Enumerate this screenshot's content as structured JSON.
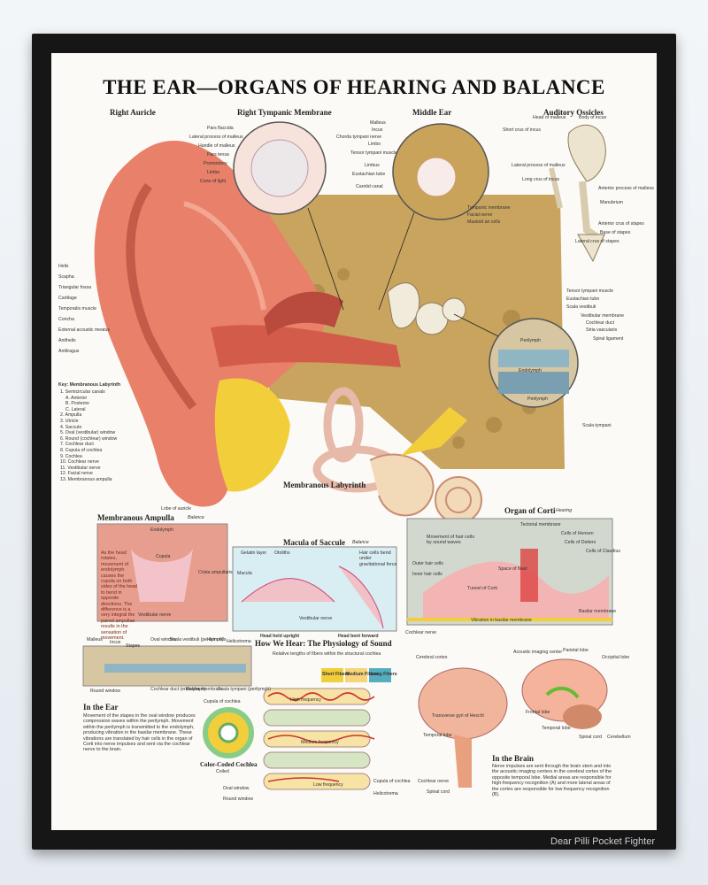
{
  "poster": {
    "title": "THE EAR—ORGANS OF HEARING AND BALANCE",
    "watermark": "Dear Pilli Pocket Fighter",
    "colors": {
      "frame": "#161616",
      "skin": "#e8806a",
      "bone": "#caa35a",
      "cochlea": "#f2d9b8",
      "nerve": "#f2cf3a"
    }
  },
  "headings": {
    "right_auricle": "Right Auricle",
    "tympanic": "Right Tympanic Membrane",
    "middle_ear": "Middle Ear",
    "ossicles": "Auditory Ossicles",
    "membranous_labyrinth": "Membranous Labyrinth",
    "membranous_ampulla": "Membranous Ampulla",
    "macula_saccule": "Macula of Saccule",
    "organ_corti": "Organ of Corti",
    "how_we_hear": "How We Hear: The Physiology of Sound",
    "in_the_ear": "In the Ear",
    "in_the_brain": "In the Brain",
    "color_coded_cochlea": "Color-Coded Cochlea"
  },
  "auricle_labels": [
    "Helix",
    "Scapha",
    "Triangular fossa",
    "Cartilage",
    "Temporalis muscle",
    "Concha",
    "External acoustic meatus",
    "Antihelix",
    "Antitragus",
    "Lobe of auricle"
  ],
  "tympanic_labels": [
    "Pars flaccida",
    "Lateral process of malleus",
    "Handle of malleus",
    "Pars tensa",
    "Promontory",
    "Limbo",
    "Cone of light"
  ],
  "middle_ear_labels": [
    "Malleus",
    "Incus",
    "Chorda tympani nerve",
    "Limbo",
    "Tensor tympani muscle",
    "Limbus",
    "Eustachian tube",
    "Carotid canal",
    "Tympanic membrane",
    "Facial nerve",
    "Mastoid air cells"
  ],
  "ossicle_labels": [
    "Body of incus",
    "Short crus of incus",
    "Head of malleus",
    "Lateral process of malleus",
    "Long crus of incus",
    "Anterior process of malleus",
    "Manubrium",
    "Anterior crus of stapes",
    "Base of stapes",
    "Lateral crus of stapes"
  ],
  "right_labels": [
    "Tensor tympani muscle",
    "Eustachian tube",
    "Scala vestibuli",
    "Vestibular membrane",
    "Cochlear duct",
    "Stria vascularis",
    "Spiral ligament",
    "Scala tympani"
  ],
  "cochlea_inset": {
    "perilymph_top": "Perilymph",
    "endolymph": "Endolymph",
    "perilymph_bottom": "Perilymph"
  },
  "key": {
    "title": "Key: Membranous Labyrinth",
    "items": [
      "1. Semicircular canals",
      "A. Anterior",
      "B. Posterior",
      "C. Lateral",
      "2. Ampulla",
      "3. Utricle",
      "4. Saccule",
      "5. Oval (vestibular) window",
      "6. Round (cochlear) window",
      "7. Cochlear duct",
      "8. Cupula of cochlea",
      "9. Cochlea",
      "10. Cochlear nerve",
      "11. Vestibular nerve",
      "12. Facial nerve",
      "13. Membranous ampulla"
    ]
  },
  "ampulla": {
    "tag": "Balance",
    "endolymph": "Endolymph",
    "cupula": "Cupula",
    "crista": "Crista ampullaris",
    "nerve": "Vestibular nerve",
    "text": "As the head rotates, movement of endolymph causes the cupula on both sides of the head to bend in opposite directions. The difference is a very integral the paired ampullae results in the sensation of movement."
  },
  "saccule": {
    "tag": "Balance",
    "labels": [
      "Gelatin layer",
      "Otoliths",
      "Macula",
      "Hair cells bend under gravitational force",
      "Vestibular nerve"
    ],
    "upright": "Head held upright",
    "forward": "Head bent forward"
  },
  "corti": {
    "tag": "Hearing",
    "labels": [
      "Tectorial membrane",
      "Cells of Hensen",
      "Cells of Deiters",
      "Cells of Claudius",
      "Movement of hair cells by sound waves",
      "Outer hair cells",
      "Inner hair cells",
      "Tunnel of Corti",
      "Space of Nuel",
      "Basilar membrane",
      "Vibration in basilar membrane",
      "Cochlear nerve"
    ]
  },
  "ear_strip": {
    "labels": [
      "Malleus",
      "Incus",
      "Stapes",
      "Oval window",
      "Scala vestibuli (perilymph)",
      "Hair cells",
      "Helicotrema",
      "Round window",
      "Cochlear duct (endolymph)",
      "Basilar membrane",
      "Scala tympani (perilymph)"
    ],
    "text": "Movement of the stapes in the oval window produces compression waves within the perilymph. Movement within the perilymph is transmitted to the endolymph, producing vibration in the basilar membrane. These vibrations are translated by hair cells in the organ of Corti into nerve impulses and sent via the cochlear nerve to the brain."
  },
  "cochlea_small": {
    "labels": [
      "Cupula of cochlea",
      "Oval window",
      "Round window",
      "Coiled"
    ]
  },
  "sound": {
    "intro": "Relative lengths of fibers within the structural cochlea",
    "fibers": [
      "Short Fibers",
      "Medium Fibers",
      "Long Fibers"
    ],
    "freq": [
      "High frequency",
      "Medium frequency",
      "Low frequency"
    ],
    "side": [
      "Cupula of cochlea",
      "Helicotrema"
    ],
    "bottom": [
      "Oval window",
      "Round window"
    ]
  },
  "brain": {
    "labels": [
      "Cerebral cortex",
      "Acoustic imaging center",
      "Parietal lobe",
      "Occipital lobe",
      "Transverse gyri of Heschl",
      "Temporal lobe",
      "Frontal lobe",
      "Temporal lobe",
      "Spinal cord",
      "Cerebellum",
      "Cochlear nerve",
      "Spinal cord"
    ],
    "text": "Nerve impulses are sent through the brain stem and into the acoustic imaging centers in the cerebral cortex of the opposite temporal lobe. Medial areas are responsible for high-frequency recognition (A) and more lateral areas of the cortex are responsible for low frequency recognition (B)."
  }
}
